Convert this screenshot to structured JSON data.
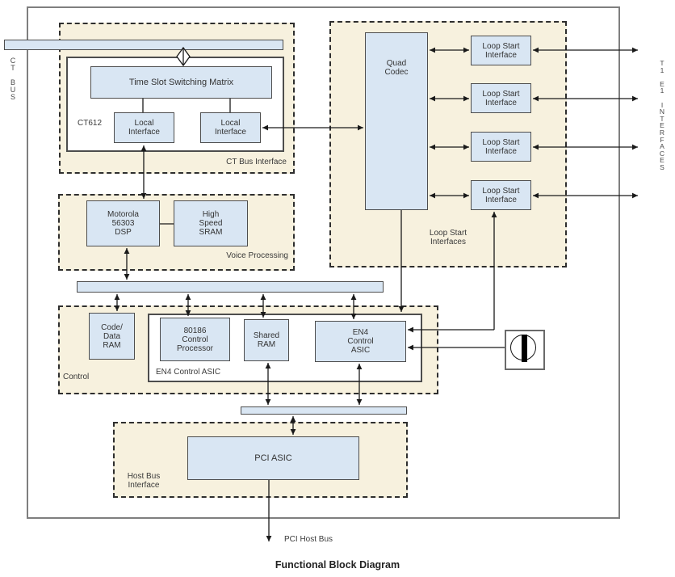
{
  "title": "Functional Block Diagram",
  "side_labels": {
    "ct_bus": "C\nT\n\nB\nU\nS",
    "t1_e1_interfaces": "T\n1\n\nE\n1\n\nI\nN\nT\nE\nR\nF\nA\nC\nE\nS",
    "pci_host_bus": "PCI Host Bus"
  },
  "groups": {
    "ct_bus_interface": {
      "label": "CT Bus Interface",
      "chip": "CT612"
    },
    "voice_processing": {
      "label": "Voice Processing"
    },
    "control": {
      "label": "Control",
      "asic_group": "EN4 Control ASIC"
    },
    "loop_start_interfaces": {
      "label": "Loop Start\nInterfaces"
    },
    "host_bus_interface": {
      "label": "Host Bus\nInterface"
    }
  },
  "blocks": {
    "time_slot_matrix": "Time Slot Switching Matrix",
    "local_interface_1": "Local\nInterface",
    "local_interface_2": "Local\nInterface",
    "dsp": "Motorola\n56303\nDSP",
    "hs_sram": "High\nSpeed\nSRAM",
    "code_data_ram": "Code/\nData\nRAM",
    "cpu_80186": "80186\nControl\nProcessor",
    "shared_ram": "Shared\nRAM",
    "en4_asic": "EN4\nControl\nASIC",
    "quad_codec": "Quad\nCodec",
    "loop_start_1": "Loop Start\nInterface",
    "loop_start_2": "Loop Start\nInterface",
    "loop_start_3": "Loop Start\nInterface",
    "loop_start_4": "Loop Start\nInterface",
    "pci_asic": "PCI ASIC"
  },
  "colors": {
    "block_fill": "#d9e6f3",
    "group_fill": "#f7f1de",
    "block_border": "#4d4d4d",
    "outer_border": "#7f7f7f",
    "line": "#1a1a1a"
  }
}
